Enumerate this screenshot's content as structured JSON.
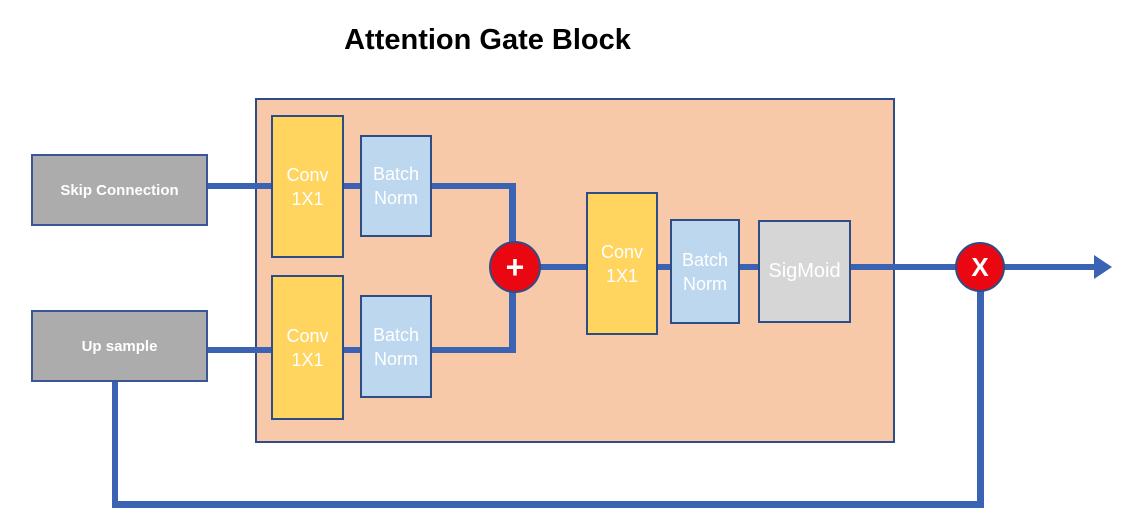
{
  "title": "Attention Gate Block",
  "colors": {
    "container_fill": "#F8C9A9",
    "container_border": "#2E4C85",
    "conv_fill": "#FFD45F",
    "batch_norm_fill": "#BDD7EE",
    "input_fill": "#ACACAC",
    "sigmoid_fill": "#D6D6D6",
    "connector_blue": "#3B63B3",
    "operator_red": "#EB0712",
    "node_text": "#FFFFFF",
    "title_text": "#000000"
  },
  "inputs": [
    {
      "label": "Skip Connection"
    },
    {
      "label": "Up sample"
    }
  ],
  "gate": {
    "branch_top": [
      {
        "label": "Conv\n1X1"
      },
      {
        "label": "Batch\nNorm"
      }
    ],
    "branch_bottom": [
      {
        "label": "Conv\n1X1"
      },
      {
        "label": "Batch\nNorm"
      }
    ],
    "main_path": [
      {
        "label": "Conv\n1X1"
      },
      {
        "label": "Batch\nNorm"
      },
      {
        "label": "SigMoid"
      }
    ]
  },
  "operators": {
    "add": "+",
    "multiply": "X"
  }
}
